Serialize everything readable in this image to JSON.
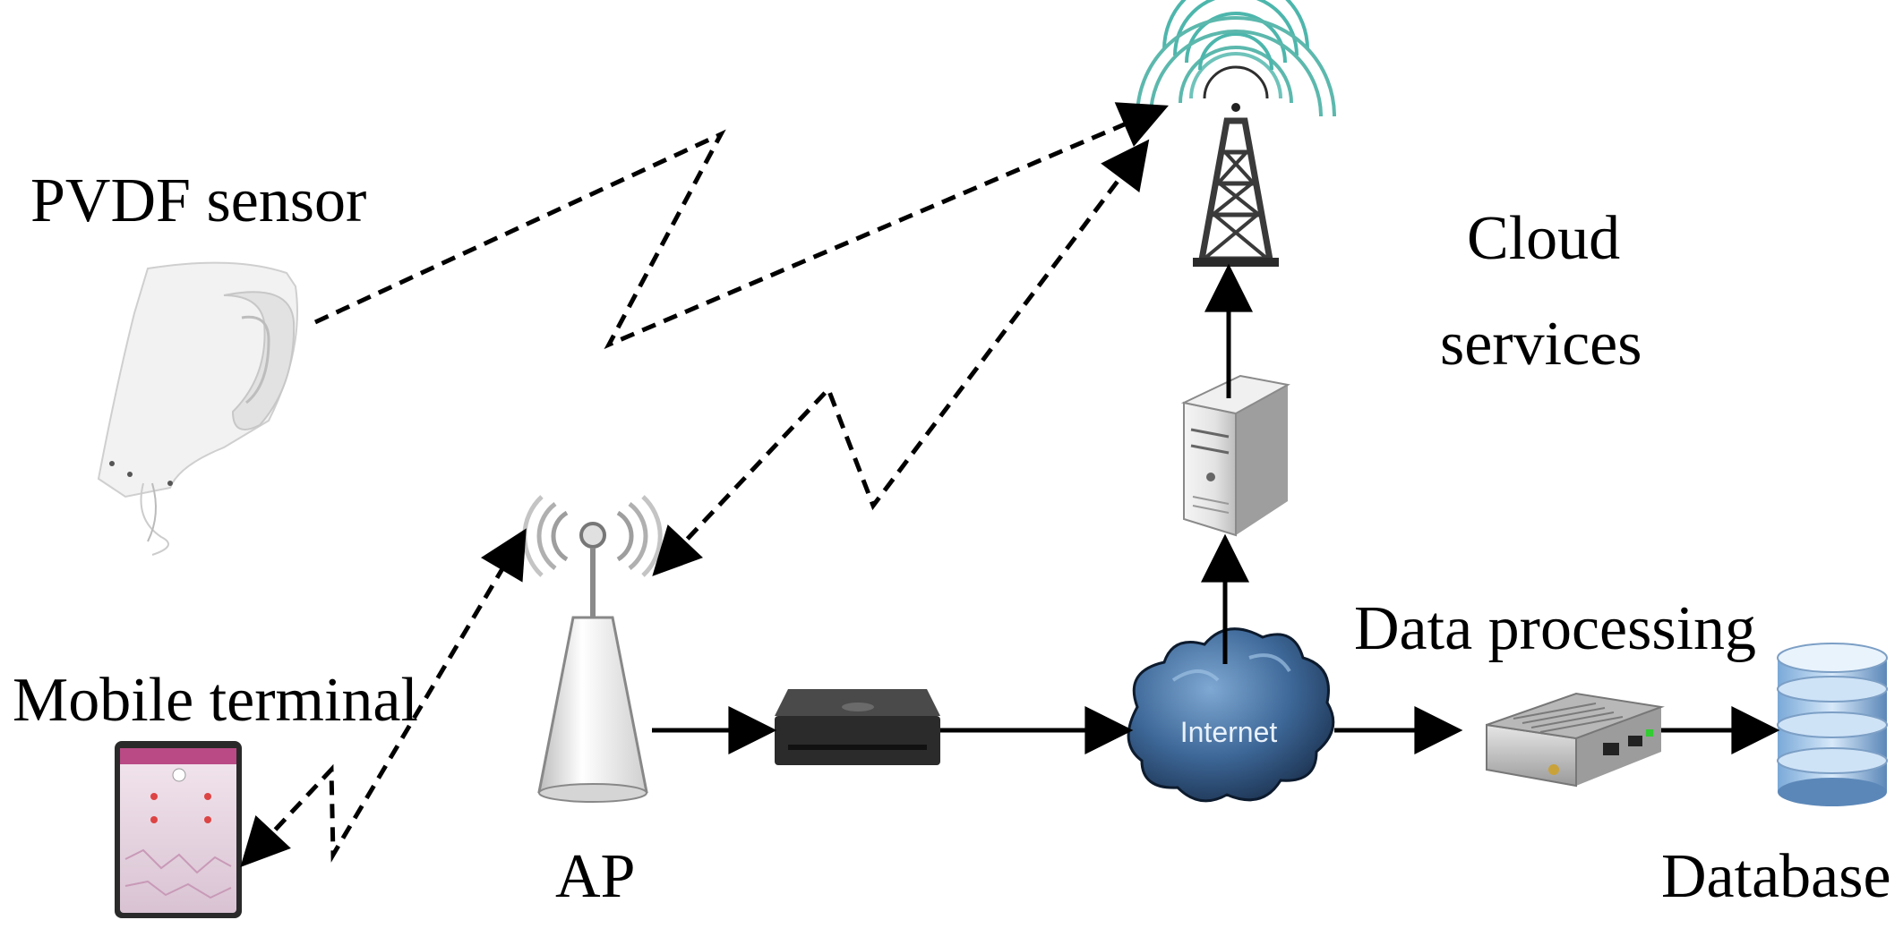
{
  "labels": {
    "pvdf_sensor": "PVDF sensor",
    "cloud_line1": "Cloud",
    "cloud_line2": "services",
    "mobile_terminal": "Mobile terminal",
    "ap": "AP",
    "data_processing": "Data processing",
    "database": "Database"
  },
  "internet_label": "Internet",
  "colors": {
    "line": "#000000",
    "tower_rings": "#4db6ac",
    "cloud_fill": "#2c4f78",
    "cloud_highlight": "#6f9cc8"
  }
}
